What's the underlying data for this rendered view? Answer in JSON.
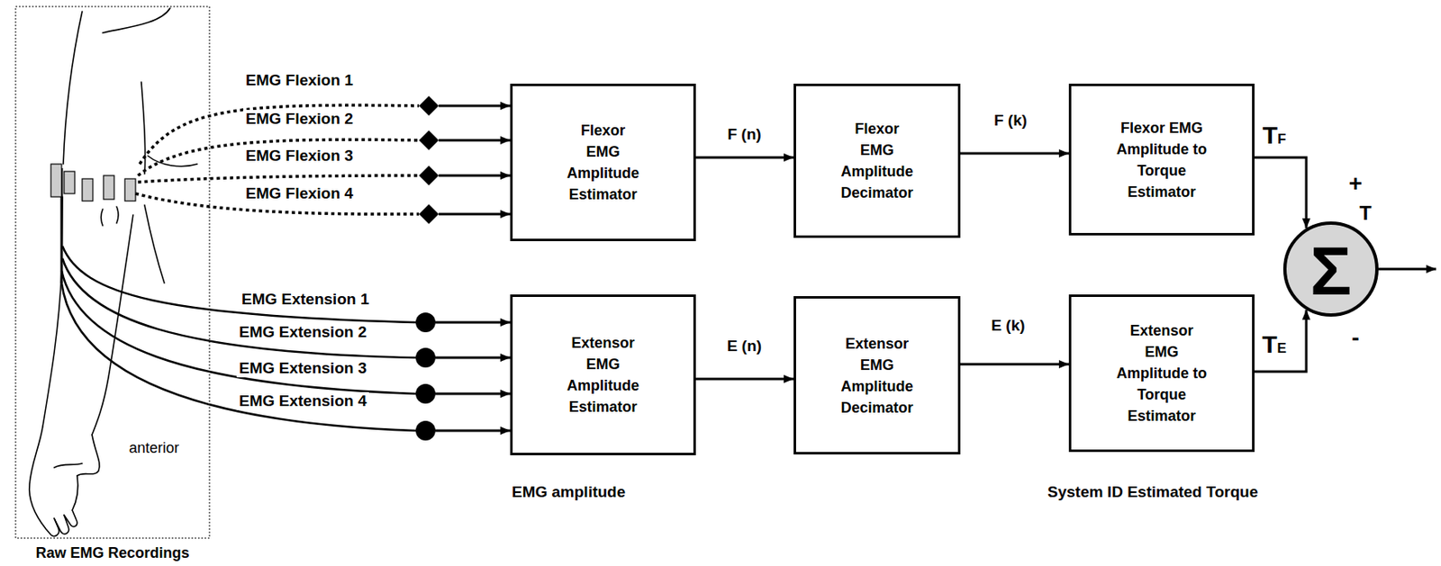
{
  "diagram": {
    "nodes": [
      {
        "text": [
          "Flexor EMG Amplitude Estimator"
        ]
      },
      {
        "text": [
          "Flexor EMG Amplitude Decimator"
        ]
      },
      {
        "text": [
          "Flexor EMG Amplitude to Torque Estimator"
        ]
      },
      {
        "text": [
          "Σ"
        ]
      },
      {
        "text": [
          "Extensor EMG Amplitude Estimator"
        ]
      },
      {
        "text": [
          "Extensor EMG Amplitude Decimator"
        ]
      },
      {
        "text": [
          "Extensor EMG Amplitude to Torque Estimator"
        ]
      }
    ],
    "edges": [
      {
        "from": 0,
        "to": 1,
        "arrow": "to",
        "label": "F (n)"
      },
      {
        "from": 1,
        "to": 2,
        "arrow": "to",
        "label": "F (k)"
      },
      {
        "from": 2,
        "to": 3,
        "arrow": "to",
        "label": "TF"
      },
      {
        "from": 4,
        "to": 5,
        "arrow": "to",
        "label": "E (n)"
      },
      {
        "from": 5,
        "to": 6,
        "arrow": "to",
        "label": "E (k)"
      },
      {
        "from": 6,
        "to": 3,
        "arrow": "to",
        "label": "TE"
      }
    ],
    "labels": [
      "EMG Flexion 1",
      "EMG Flexion 2",
      "EMG Flexion 3",
      "EMG Flexion 4",
      "EMG Extension 1",
      "EMG Extension 2",
      "EMG Extension 3",
      "EMG Extension 4",
      "+",
      "-",
      "T",
      "anterior",
      "EMG amplitude",
      "System ID Estimated Torque",
      "Raw EMG Recordings"
    ]
  }
}
